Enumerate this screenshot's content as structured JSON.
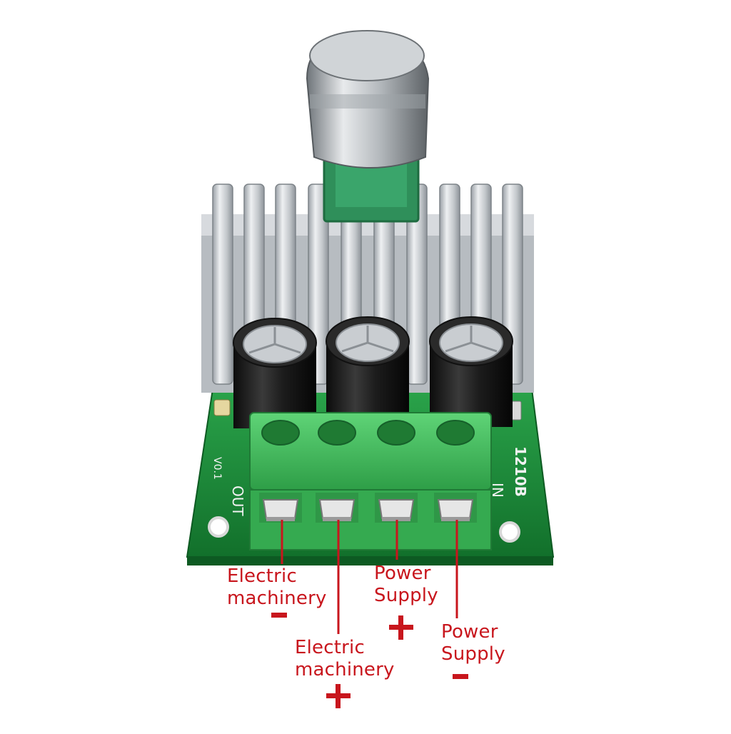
{
  "colors": {
    "label_red": "#c8161d",
    "pcb_green": "#1a8a3a",
    "terminal_green": "#3fbf5a",
    "heatsink": "#c9cdd1",
    "capacitor": "#1a1a1a"
  },
  "board": {
    "version_text": "V0.1",
    "model_text": "1210B",
    "out_text": "OUT",
    "in_text": "IN"
  },
  "labels": [
    {
      "line1": "Electric",
      "line2": "machinery",
      "sign": "-"
    },
    {
      "line1": "Electric",
      "line2": "machinery",
      "sign": "+"
    },
    {
      "line1": "Power",
      "line2": "Supply",
      "sign": "+"
    },
    {
      "line1": "Power",
      "line2": "Supply",
      "sign": "-"
    }
  ]
}
